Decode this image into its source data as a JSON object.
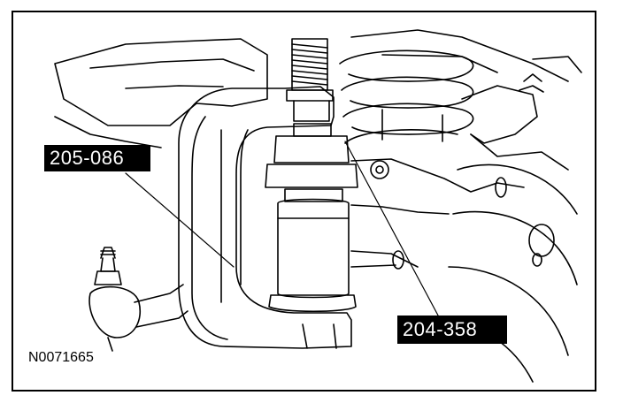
{
  "callouts": {
    "tool_a": "205-086",
    "tool_b": "204-358"
  },
  "figure_id": "N0071665",
  "colors": {
    "line": "#000000",
    "background": "#ffffff",
    "label_bg": "#000000",
    "label_text": "#ffffff"
  }
}
